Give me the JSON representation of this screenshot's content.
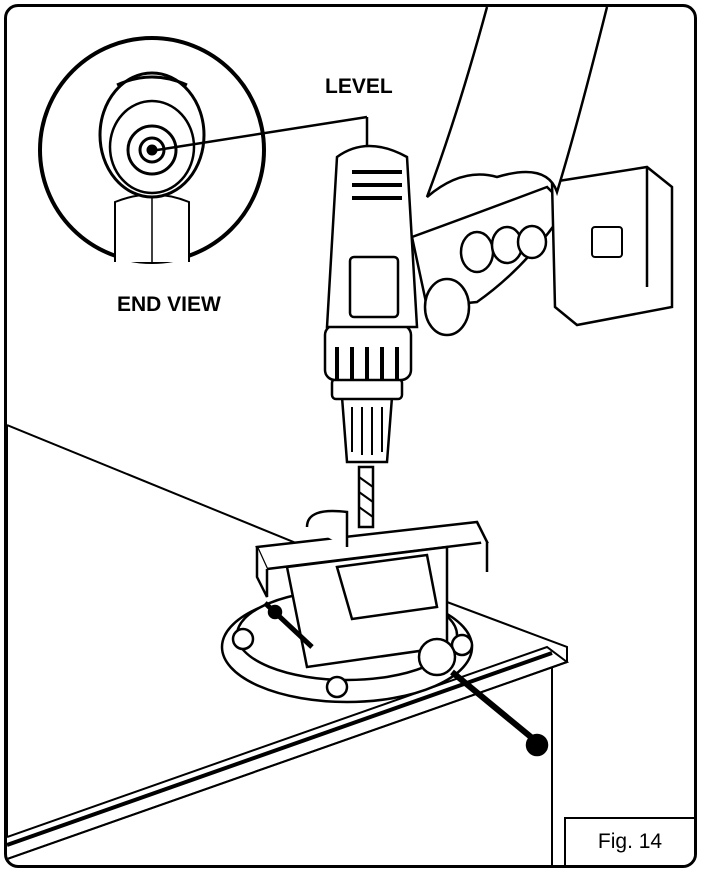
{
  "labels": {
    "level": "LEVEL",
    "end_view": "END VIEW"
  },
  "figure": {
    "caption": "Fig. 14"
  },
  "icons": [
    "drill-illustration",
    "bench-vise-illustration",
    "workbench-illustration",
    "end-view-detail-icon"
  ]
}
